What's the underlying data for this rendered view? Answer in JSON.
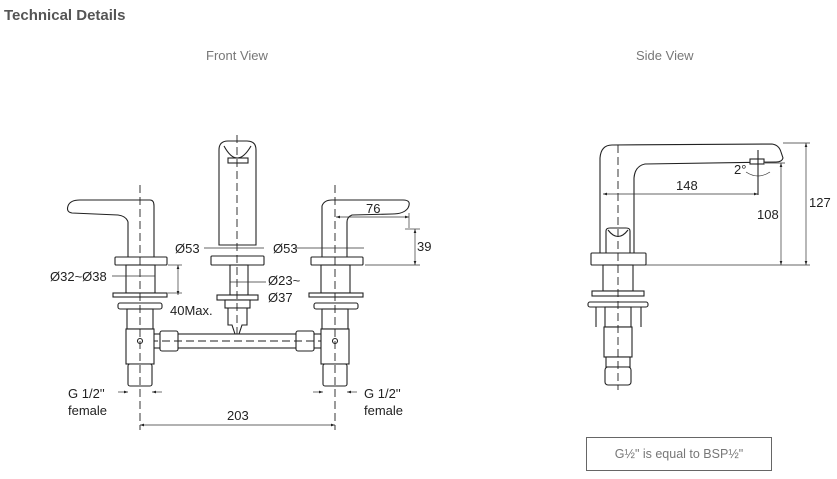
{
  "header": {
    "title": "Technical Details"
  },
  "front_view": {
    "label": "Front View",
    "dimensions": {
      "spout_base_left": "Ø53",
      "spout_base_right": "Ø53",
      "hole_diameter": "Ø32~Ø38",
      "deck_thickness": "40Max.",
      "spout_hole_1": "Ø23~",
      "spout_hole_2": "Ø37",
      "handle_length": "76",
      "handle_height": "39",
      "centers": "203",
      "inlet_left_1": "G 1/2''",
      "inlet_left_2": "female",
      "inlet_right_1": "G 1/2''",
      "inlet_right_2": "female"
    }
  },
  "side_view": {
    "label": "Side View",
    "dimensions": {
      "reach": "148",
      "angle": "2°",
      "outlet_height": "108",
      "total_height": "127"
    }
  },
  "note": "G½\" is equal to BSP½\""
}
